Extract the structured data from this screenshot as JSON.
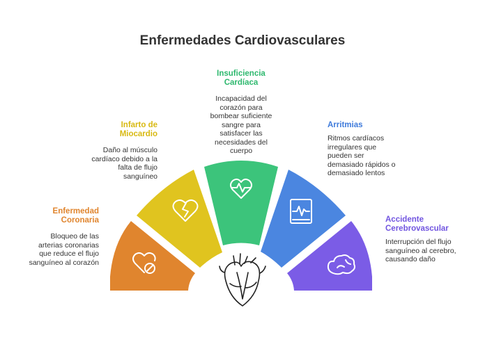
{
  "title": "Enfermedades Cardiovasculares",
  "colors": {
    "coronaria": "#E0852E",
    "infarto": "#E0C41F",
    "insuficiencia": "#3CC47B",
    "arritmias": "#4B86E0",
    "accidente": "#7B5CE6"
  },
  "segments": [
    {
      "key": "coronaria",
      "title": "Enfermedad\nCoronaria",
      "description": "Bloqueo de las\narterias coronarias\nque reduce el flujo\nsanguíneo al corazón",
      "icon": "heart-blocked-icon"
    },
    {
      "key": "infarto",
      "title": "Infarto de\nMiocardio",
      "description": "Daño al músculo\ncardíaco debido a la\nfalta de flujo\nsanguíneo",
      "icon": "broken-heart-icon"
    },
    {
      "key": "insuficiencia",
      "title": "Insuficiencia\nCardíaca",
      "description": "Incapacidad del\ncorazón para\nbombear suficiente\nsangre para\nsatisfacer las\nnecesidades del\ncuerpo",
      "icon": "heart-pulse-icon"
    },
    {
      "key": "arritmias",
      "title": "Arritmias",
      "description": "Ritmos cardíacos\nirregulares que\npueden ser\ndemasiado rápidos o\ndemasiado lentos",
      "icon": "ecg-monitor-icon"
    },
    {
      "key": "accidente",
      "title": "Accidente\nCerebrovascular",
      "description": "Interrupción del flujo\nsanguíneo al cerebro,\ncausando daño",
      "icon": "brain-icon"
    }
  ]
}
